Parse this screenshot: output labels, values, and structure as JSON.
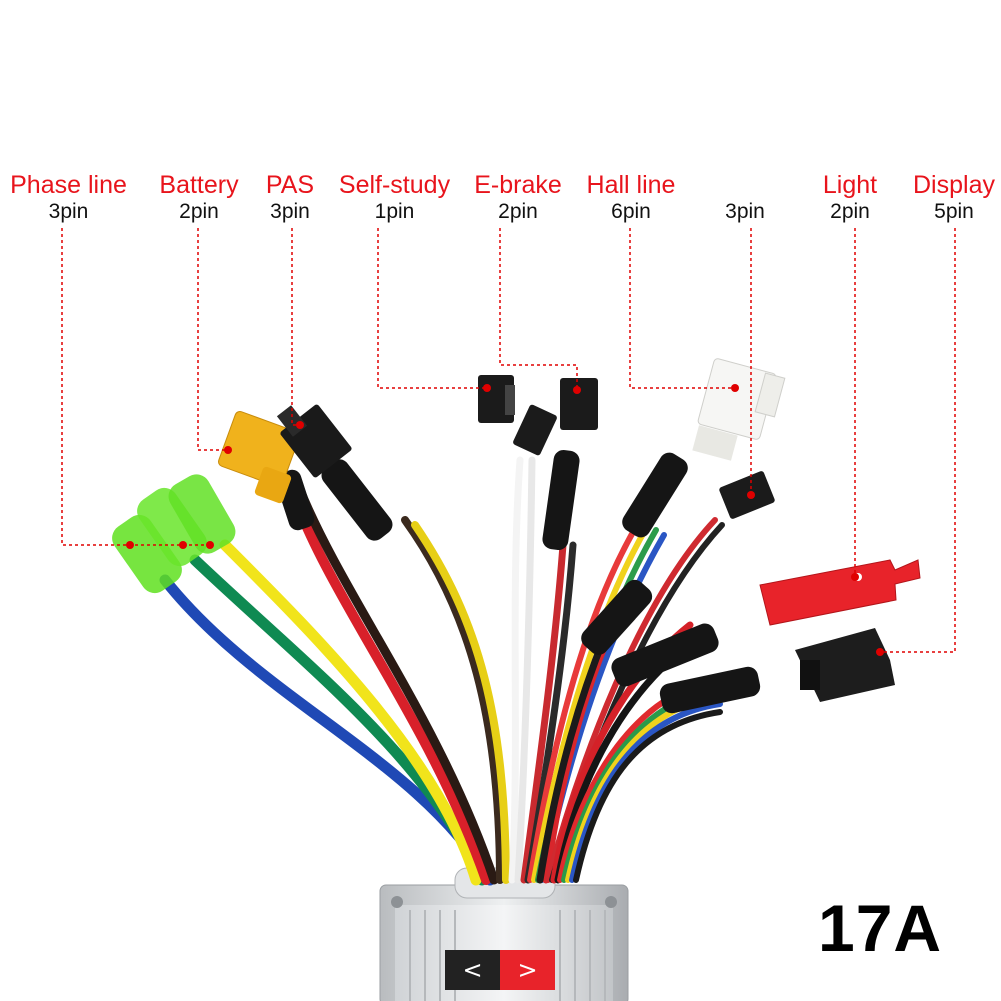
{
  "labels": [
    {
      "id": "phase-line",
      "name": "Phase line",
      "pins": "3pin"
    },
    {
      "id": "battery",
      "name": "Battery",
      "pins": "2pin"
    },
    {
      "id": "pas",
      "name": "PAS",
      "pins": "3pin"
    },
    {
      "id": "self-study",
      "name": "Self-study",
      "pins": "1pin"
    },
    {
      "id": "e-brake",
      "name": "E-brake",
      "pins": "2pin"
    },
    {
      "id": "hall-line",
      "name": "Hall line",
      "pins": "6pin"
    },
    {
      "id": "hall-sub",
      "name": "",
      "pins": "3pin"
    },
    {
      "id": "light",
      "name": "Light",
      "pins": "2pin"
    },
    {
      "id": "display",
      "name": "Display",
      "pins": "5pin"
    }
  ],
  "rating": "17A",
  "nav": {
    "prev": "<",
    "next": ">"
  },
  "colors": {
    "label_red": "#e8141c",
    "callout_red": "#e00000",
    "nav_dark": "#222222",
    "nav_red": "#e8232a"
  }
}
